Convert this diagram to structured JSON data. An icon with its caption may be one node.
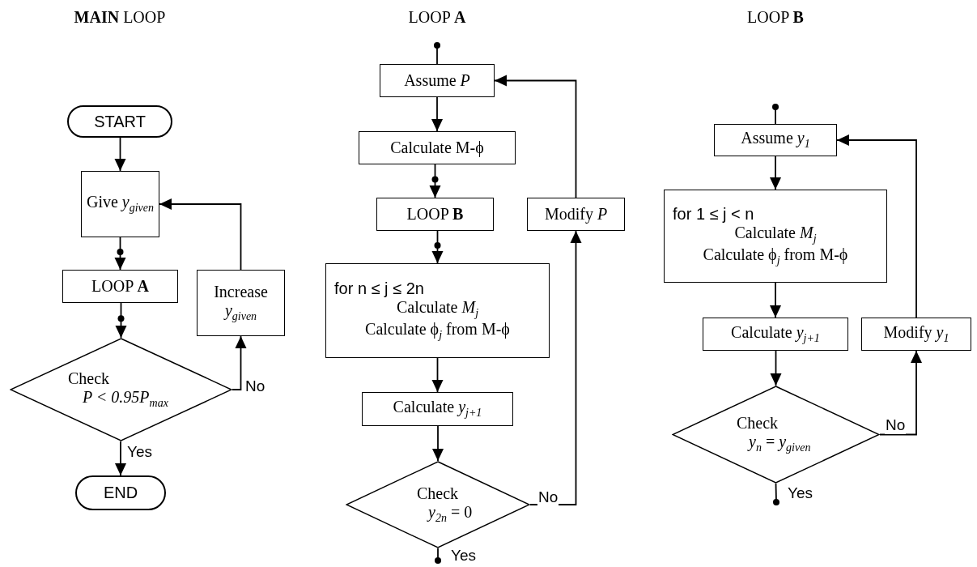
{
  "diagram": {
    "nodes": [
      {
        "text": [
          "START"
        ]
      },
      {
        "text": [
          "Give *y*$_{given}$"
        ]
      },
      {
        "text": [
          "LOOP **A**"
        ]
      },
      {
        "text": [
          "Increase *y*$_{given}$"
        ]
      },
      {
        "text": [
          "Check",
          "P < 0.95P$_{max}$"
        ]
      },
      {
        "text": [
          "END"
        ]
      },
      {
        "text": [
          "Assume *P*"
        ]
      },
      {
        "text": [
          "Calculate M-ϕ"
        ]
      },
      {
        "text": [
          "LOOP **B**"
        ]
      },
      {
        "text": [
          "for  n ≤ j ≤ 2n",
          "Calculate *M*$_{j}$",
          "Calculate ϕ$_{j}$ from M-ϕ"
        ]
      },
      {
        "text": [
          "Calculate *y*$_{j+1}$"
        ]
      },
      {
        "text": [
          "Check",
          "*y*$_{2n}$ = 0"
        ]
      },
      {
        "text": [
          "Modify *P*"
        ]
      },
      {
        "text": [
          "Assume *y*$_{1}$"
        ]
      },
      {
        "text": [
          "for  1 ≤ j < n",
          "Calculate *M*$_{j}$",
          "Calculate ϕ$_{j}$ from M-ϕ"
        ]
      },
      {
        "text": [
          "Calculate *y*$_{j+1}$"
        ]
      },
      {
        "text": [
          "Check",
          "*y*$_{n}$ = *y*$_{given}$"
        ]
      },
      {
        "text": [
          "Modify *y*$_{1}$"
        ]
      }
    ],
    "edges": [
      {
        "from": 0,
        "to": 1,
        "arrow": "to"
      },
      {
        "from": 1,
        "to": 2,
        "arrow": "to"
      },
      {
        "from": 2,
        "to": 4,
        "arrow": "to"
      },
      {
        "from": 4,
        "to": 3,
        "arrow": "to",
        "label": "No"
      },
      {
        "from": 3,
        "to": 1,
        "arrow": "to"
      },
      {
        "from": 4,
        "to": 5,
        "arrow": "to",
        "label": "Yes"
      },
      {
        "from": null,
        "to": 6,
        "arrow": "other"
      },
      {
        "from": 6,
        "to": 7,
        "arrow": "to"
      },
      {
        "from": 7,
        "to": 8,
        "arrow": "to"
      },
      {
        "from": 8,
        "to": 9,
        "arrow": "to"
      },
      {
        "from": 9,
        "to": 10,
        "arrow": "to"
      },
      {
        "from": 10,
        "to": 11,
        "arrow": "to"
      },
      {
        "from": 11,
        "to": 12,
        "arrow": "to",
        "label": "No"
      },
      {
        "from": 12,
        "to": 6,
        "arrow": "to"
      },
      {
        "from": 11,
        "to": null,
        "arrow": "other",
        "label": "Yes"
      },
      {
        "from": null,
        "to": 13,
        "arrow": "other"
      },
      {
        "from": 13,
        "to": 14,
        "arrow": "to"
      },
      {
        "from": 14,
        "to": 15,
        "arrow": "to"
      },
      {
        "from": 15,
        "to": 16,
        "arrow": "to"
      },
      {
        "from": 16,
        "to": 17,
        "arrow": "to",
        "label": "No"
      },
      {
        "from": 17,
        "to": 13,
        "arrow": "to"
      },
      {
        "from": 16,
        "to": null,
        "arrow": "other",
        "label": "Yes"
      }
    ],
    "labels": [
      "**MAIN** LOOP",
      "LOOP **A**",
      "LOOP **B**"
    ]
  }
}
